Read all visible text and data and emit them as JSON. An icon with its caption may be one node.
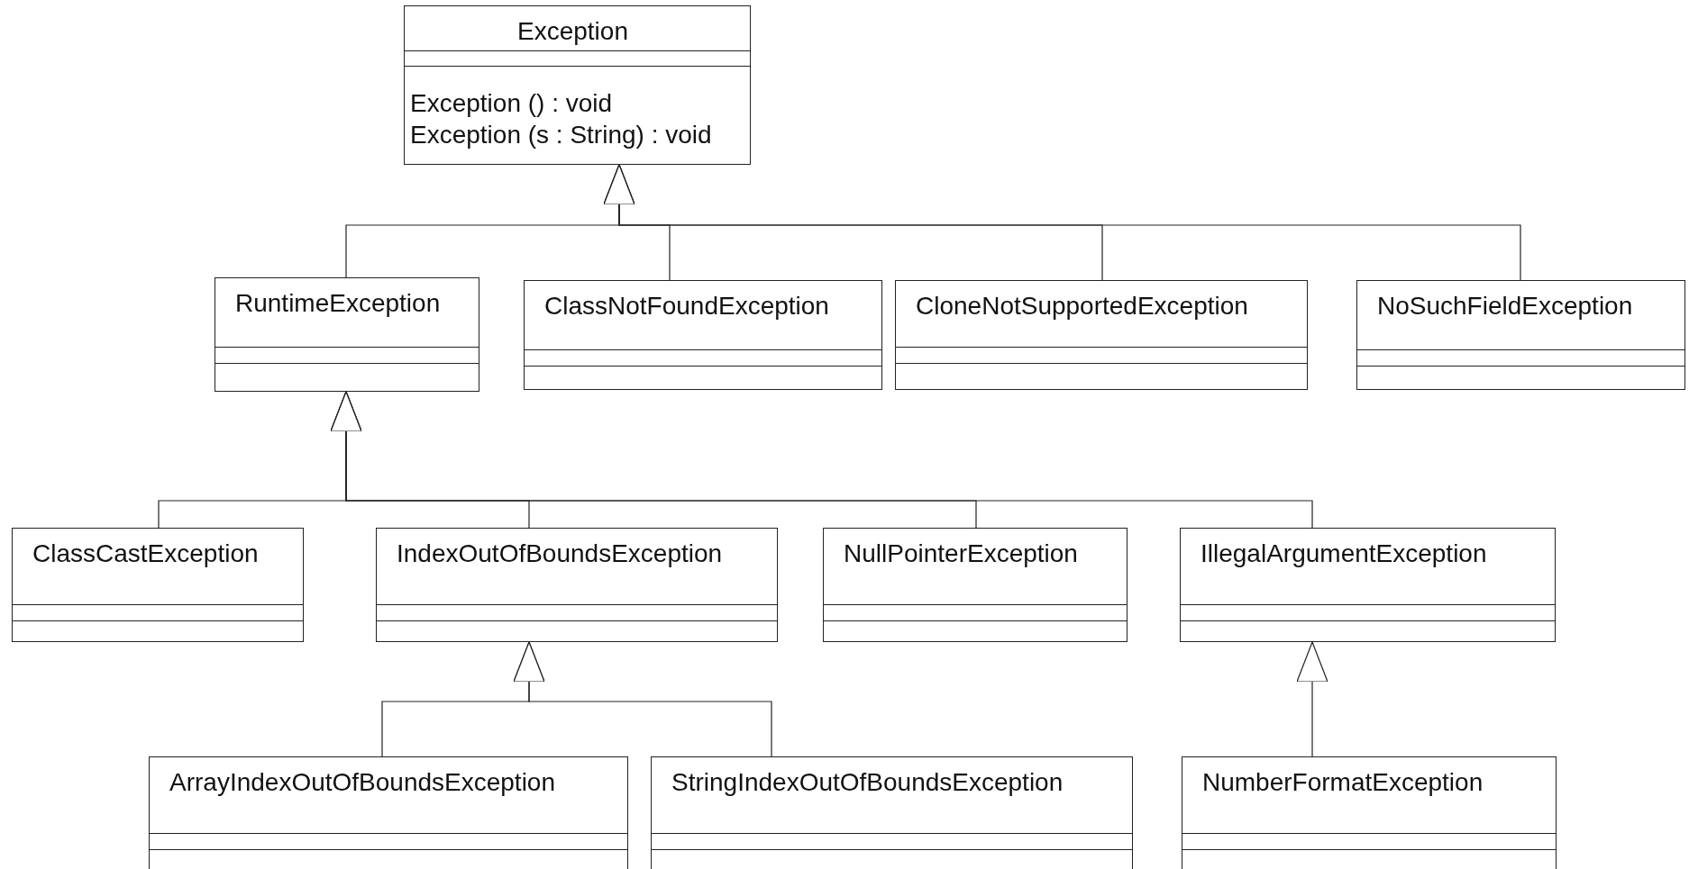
{
  "diagram": {
    "nodes": [
      {
        "text": [
          "Exception",
          "Exception () : void",
          "Exception (s : String) : void"
        ]
      },
      {
        "text": [
          "RuntimeException"
        ]
      },
      {
        "text": [
          "ClassNotFoundException"
        ]
      },
      {
        "text": [
          "CloneNotSupportedException"
        ]
      },
      {
        "text": [
          "NoSuchFieldException"
        ]
      },
      {
        "text": [
          "ClassCastException"
        ]
      },
      {
        "text": [
          "IndexOutOfBoundsException"
        ]
      },
      {
        "text": [
          "NullPointerException"
        ]
      },
      {
        "text": [
          "IllegalArgumentException"
        ]
      },
      {
        "text": [
          "ArrayIndexOutOfBoundsException"
        ]
      },
      {
        "text": [
          "StringIndexOutOfBoundsException"
        ]
      },
      {
        "text": [
          "NumberFormatException"
        ]
      }
    ],
    "edges": [
      {
        "from": 1,
        "to": 0,
        "arrow": "to"
      },
      {
        "from": 2,
        "to": 0,
        "arrow": "to"
      },
      {
        "from": 3,
        "to": 0,
        "arrow": "to"
      },
      {
        "from": 4,
        "to": 0,
        "arrow": "to"
      },
      {
        "from": 5,
        "to": 1,
        "arrow": "to"
      },
      {
        "from": 6,
        "to": 1,
        "arrow": "to"
      },
      {
        "from": 7,
        "to": 1,
        "arrow": "to"
      },
      {
        "from": 8,
        "to": 1,
        "arrow": "to"
      },
      {
        "from": 9,
        "to": 6,
        "arrow": "to"
      },
      {
        "from": 10,
        "to": 6,
        "arrow": "to"
      },
      {
        "from": 11,
        "to": 8,
        "arrow": "to"
      }
    ]
  }
}
